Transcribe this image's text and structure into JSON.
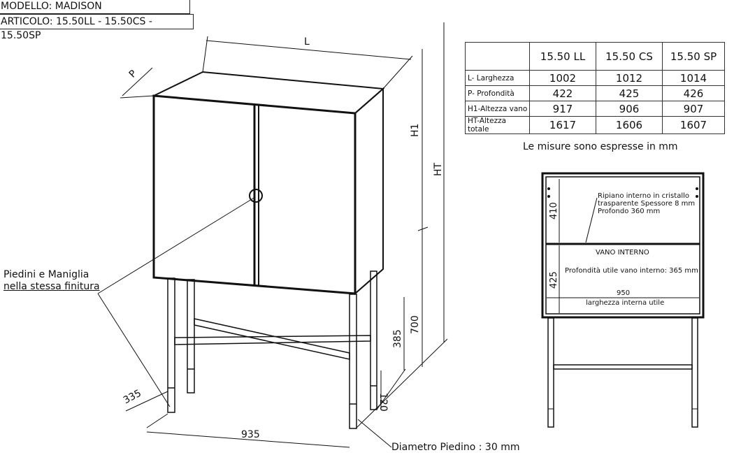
{
  "header": {
    "model": "MODELLO: MADISON",
    "article": "ARTICOLO: 15.50LL - 15.50CS - 15.50SP"
  },
  "table": {
    "columns": [
      "",
      "15.50 LL",
      "15.50 CS",
      "15.50 SP"
    ],
    "rows": [
      {
        "label": "L- Larghezza",
        "values": [
          "1002",
          "1012",
          "1014"
        ]
      },
      {
        "label": "P- Profondità",
        "values": [
          "422",
          "425",
          "426"
        ]
      },
      {
        "label": "H1-Altezza vano",
        "values": [
          "917",
          "906",
          "907"
        ]
      },
      {
        "label": "HT-Altezza totale",
        "values": [
          "1617",
          "1606",
          "1607"
        ]
      }
    ],
    "note": "Le misure sono espresse in mm"
  },
  "dimensions": {
    "L": "L",
    "P": "P",
    "H1": "H1",
    "HT": "HT",
    "d700": "700",
    "d385": "385",
    "d120": "120",
    "d335": "335",
    "d935": "935"
  },
  "annotations": {
    "feet_line1": "Piedini e Maniglia",
    "feet_line2": "nella stessa finitura",
    "foot_diameter": "Diametro Piedino : 30 mm"
  },
  "section": {
    "shelf_line1": "Ripiano interno in cristallo",
    "shelf_line2": "trasparente Spessore 8 mm",
    "shelf_line3": "Profondo 360 mm",
    "d410": "410",
    "vano": "VANO INTERNO",
    "depth": "Profondità utile vano interno: 365 mm",
    "d425": "425",
    "d950": "950",
    "width_label": "larghezza interna utile"
  }
}
